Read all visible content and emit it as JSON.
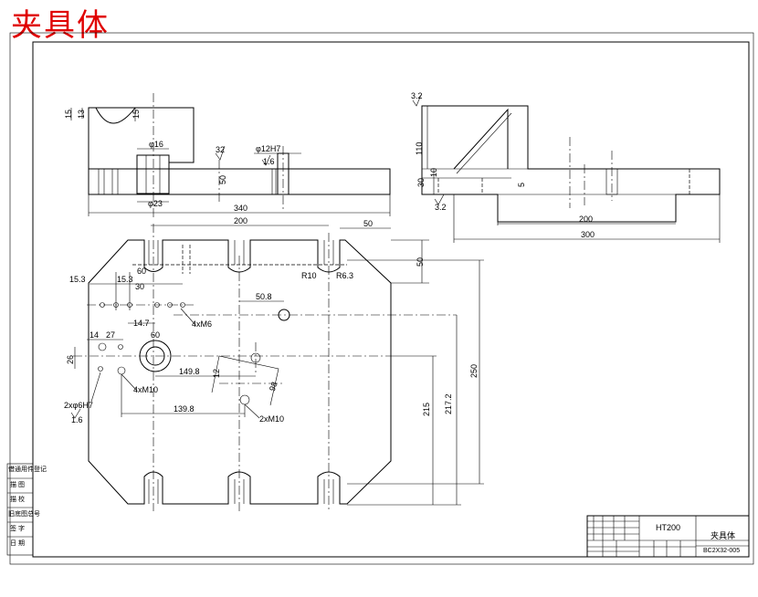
{
  "title": "夹具体",
  "material": "HT200",
  "part_name": "夹具体",
  "drawing_number": "BC2X32-005",
  "side_block_labels": [
    "借通用件登记",
    "描 图",
    "描 校",
    "旧底图总号",
    "签 字",
    "日 期"
  ],
  "dimensions": {
    "front_view": [
      "15",
      "13",
      "15",
      "φ16",
      "32",
      "φ12H7",
      "1.6",
      "50",
      "φ23",
      "340"
    ],
    "side_view": [
      "3.2",
      "110",
      "10",
      "30",
      "5",
      "3.2",
      "200",
      "300"
    ],
    "plan_view": [
      "200",
      "50",
      "50",
      "R10",
      "R6.3",
      "15.3",
      "15.3",
      "30",
      "60",
      "4xM6",
      "50.8",
      "14.7",
      "14",
      "27",
      "60",
      "26",
      "149.8",
      "12",
      "98",
      "4xM10",
      "2xφ6H7",
      "1.6",
      "139.8",
      "2xM10",
      "250",
      "217.2",
      "215"
    ]
  }
}
